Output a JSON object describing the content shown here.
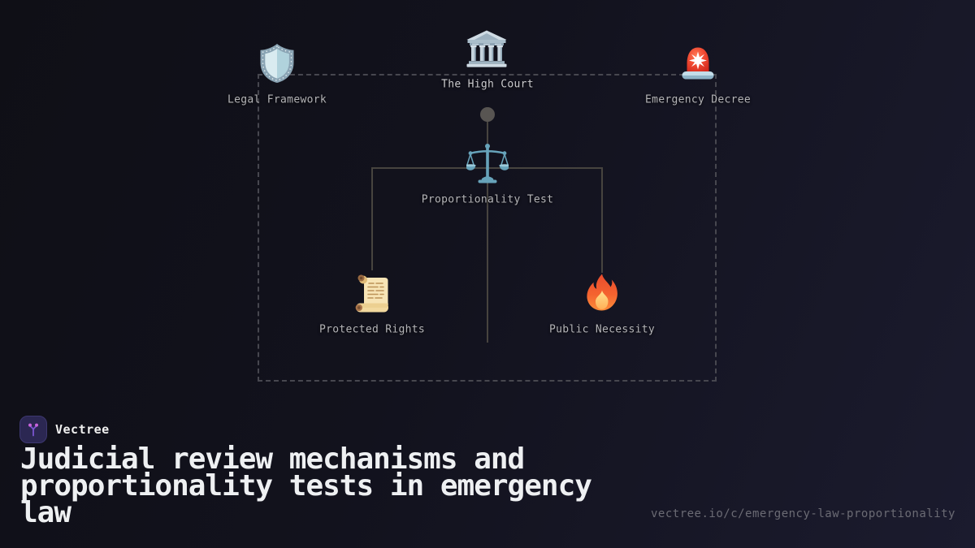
{
  "brand": {
    "name": "Vectree"
  },
  "title": "Judicial review mechanisms and proportionality tests in emergency law",
  "url": "vectree.io/c/emergency-law-proportionality",
  "diagram": {
    "nodes": [
      {
        "id": "legal-framework",
        "label": "Legal Framework",
        "icon": "shield-icon"
      },
      {
        "id": "high-court",
        "label": "The High Court",
        "icon": "courthouse-icon"
      },
      {
        "id": "emergency-decree",
        "label": "Emergency Decree",
        "icon": "rotating-light-icon"
      },
      {
        "id": "proportionality-test",
        "label": "Proportionality Test",
        "icon": "balance-scale-icon"
      },
      {
        "id": "protected-rights",
        "label": "Protected Rights",
        "icon": "scroll-icon"
      },
      {
        "id": "public-necessity",
        "label": "Public Necessity",
        "icon": "fire-icon"
      }
    ]
  },
  "colors": {
    "background_left": "#0f0f16",
    "background_right": "#1b1b2e",
    "connector_line": "#47443f",
    "dashed_border": "#47474f",
    "node_label": "#b4b4b7",
    "title_text": "#eef0f2",
    "url_text": "#6b6b74",
    "logo_background": "#2b2752",
    "logo_branch": "#7a55cf",
    "logo_dot": "#c964dd"
  }
}
